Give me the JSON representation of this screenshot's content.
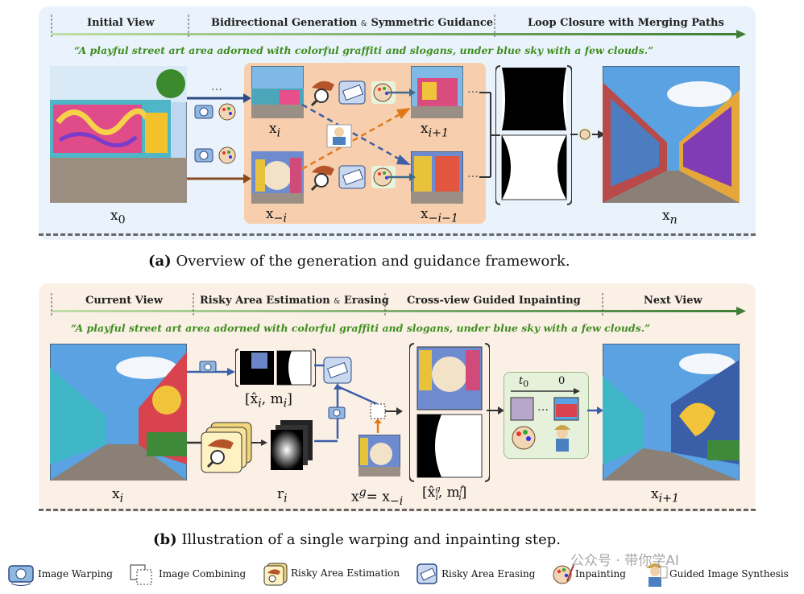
{
  "panel_a": {
    "stages": [
      "Initial View",
      "Bidirectional Generation",
      "Symmetric Guidance",
      "Loop Closure with Merging Paths"
    ],
    "stage_joiner": "&",
    "prompt": "“A playful street art area adorned with colorful graffiti and slogans, under blue sky with a few clouds.”",
    "labels": {
      "x0": "x",
      "x0_sub": "0",
      "xi": "x",
      "xi_sub": "i",
      "xi1": "x",
      "xi1_sub": "i+1",
      "xmi": "x",
      "xmi_sub": "−i",
      "xmi1": "x",
      "xmi1_sub": "−i−1",
      "xn": "x",
      "xn_sub": "n"
    },
    "ellipsis": "…",
    "caption_tag": "(a)",
    "caption": "Overview of the generation and guidance framework."
  },
  "panel_b": {
    "stages": [
      "Current View",
      "Risky Area Estimation",
      "Erasing",
      "Cross-view Guided Inpainting",
      "Next View"
    ],
    "stage_joiner": "&",
    "prompt": "“A playful street art area adorned with colorful graffiti and slogans, under blue sky with a few clouds.”",
    "labels": {
      "xi": "x",
      "xi_sub": "i",
      "mask_pair": "[x̂",
      "mask_pair_sub": "i",
      "mask_pair_rest": ", m",
      "mask_pair_rest_sub": "i",
      "mask_pair_close": "]",
      "ri": "r",
      "ri_sub": "i",
      "xg_lhs": "x",
      "xg_sup": "g",
      "xg_eq": "= x",
      "xg_sub": "−i",
      "final_pair": "[x̂",
      "final_pair_sup": "g",
      "final_pair_sub": "i",
      "final_pair_mid": ", m",
      "final_pair_mid_sup": "f",
      "final_pair_mid_sub": "i",
      "final_pair_close": "]",
      "xi1": "x",
      "xi1_sub": "i+1",
      "t0": "t",
      "t0_sub": "0",
      "zero": "0"
    },
    "ellipsis": "…",
    "caption_tag": "(b)",
    "caption": "Illustration of a single warping and inpainting step."
  },
  "legend": [
    {
      "icon": "camera-warp-icon",
      "label": "Image Warping"
    },
    {
      "icon": "image-combine-icon",
      "label": "Image Combining"
    },
    {
      "icon": "risky-estimate-icon",
      "label": "Risky Area Estimation"
    },
    {
      "icon": "eraser-icon",
      "label": "Risky Area Erasing"
    },
    {
      "icon": "palette-brush-icon",
      "label": "Inpainting"
    },
    {
      "icon": "painter-icon",
      "label": "Guided Image Synthesis"
    }
  ],
  "watermark": "公众号 · 带你学AI",
  "colors": {
    "panel_a_bg": "#eaf3fb",
    "panel_b_bg": "#fbf0e6",
    "arrow_green": "#3f7d34",
    "prompt_green": "#3e8e1f",
    "guide_orange": "#e0791c",
    "guide_blue": "#3d5fa8"
  }
}
